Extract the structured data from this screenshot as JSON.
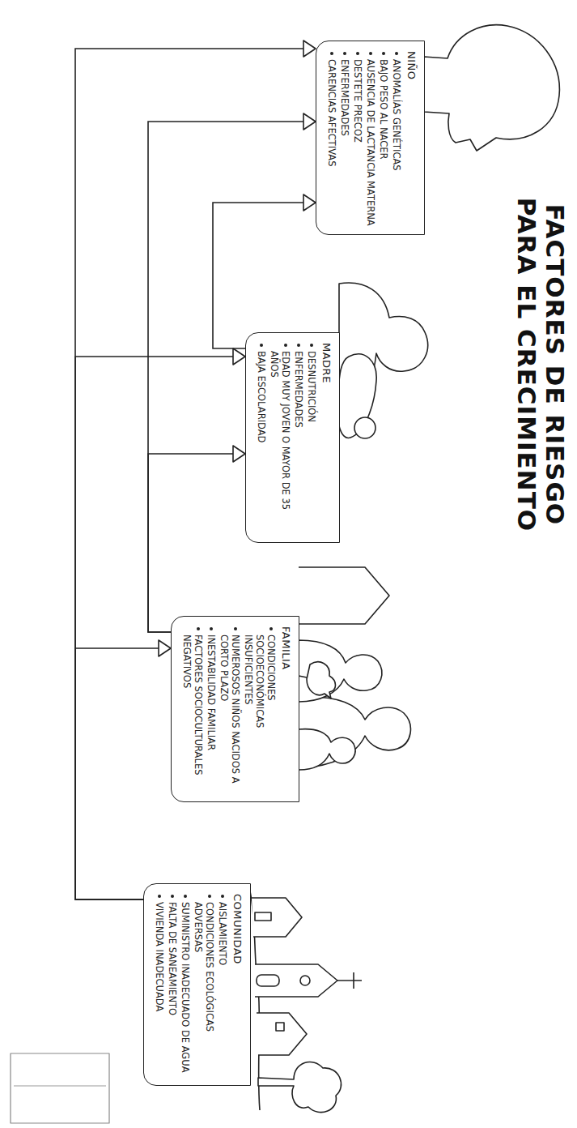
{
  "diagram": {
    "title": "FACTORES DE RIESGO PARA EL CRECIMIENTO",
    "nodes": [
      {
        "text": [
          "NIÑO",
          "ANOMALÍAS GENÉTICAS",
          "BAJO PESO AL NACER",
          "AUSENCIA DE LACTANCIA MATERNA",
          "DESTETE PRECOZ",
          "ENFERMEDADES",
          "CARENCIAS AFECTIVAS"
        ]
      },
      {
        "text": [
          "MADRE",
          "DESNUTRICIÓN",
          "ENFERMEDADES",
          "EDAD MUY JOVEN O MAYOR DE 35 AÑOS",
          "BAJA ESCOLARIDAD"
        ]
      },
      {
        "text": [
          "FAMILIA",
          "CONDICIONES SOCIOECONÓMICAS INSUFICIENTES",
          "NUMEROSOS NIÑOS NACIDOS A CORTO PLAZO",
          "INESTABILIDAD FAMILIAR",
          "FACTORES SOCIOCULTURALES NEGATIVOS"
        ]
      },
      {
        "text": [
          "COMUNIDAD",
          "AISLAMIENTO",
          "CONDICIONES ECOLÓGICAS ADVERSAS",
          "SUMINISTRO INADECUADO DE AGUA",
          "FALTA DE SANEAMIENTO",
          "VIVIENDA INADECUADA"
        ]
      }
    ],
    "edges": [
      {
        "from": 3,
        "to": 0,
        "arrow": "to"
      },
      {
        "from": 3,
        "to": 1,
        "arrow": "to"
      },
      {
        "from": 3,
        "to": 2,
        "arrow": "to"
      },
      {
        "from": 2,
        "to": 0,
        "arrow": "to"
      },
      {
        "from": 2,
        "to": 1,
        "arrow": "to"
      },
      {
        "from": 1,
        "to": 0,
        "arrow": "to"
      }
    ]
  }
}
